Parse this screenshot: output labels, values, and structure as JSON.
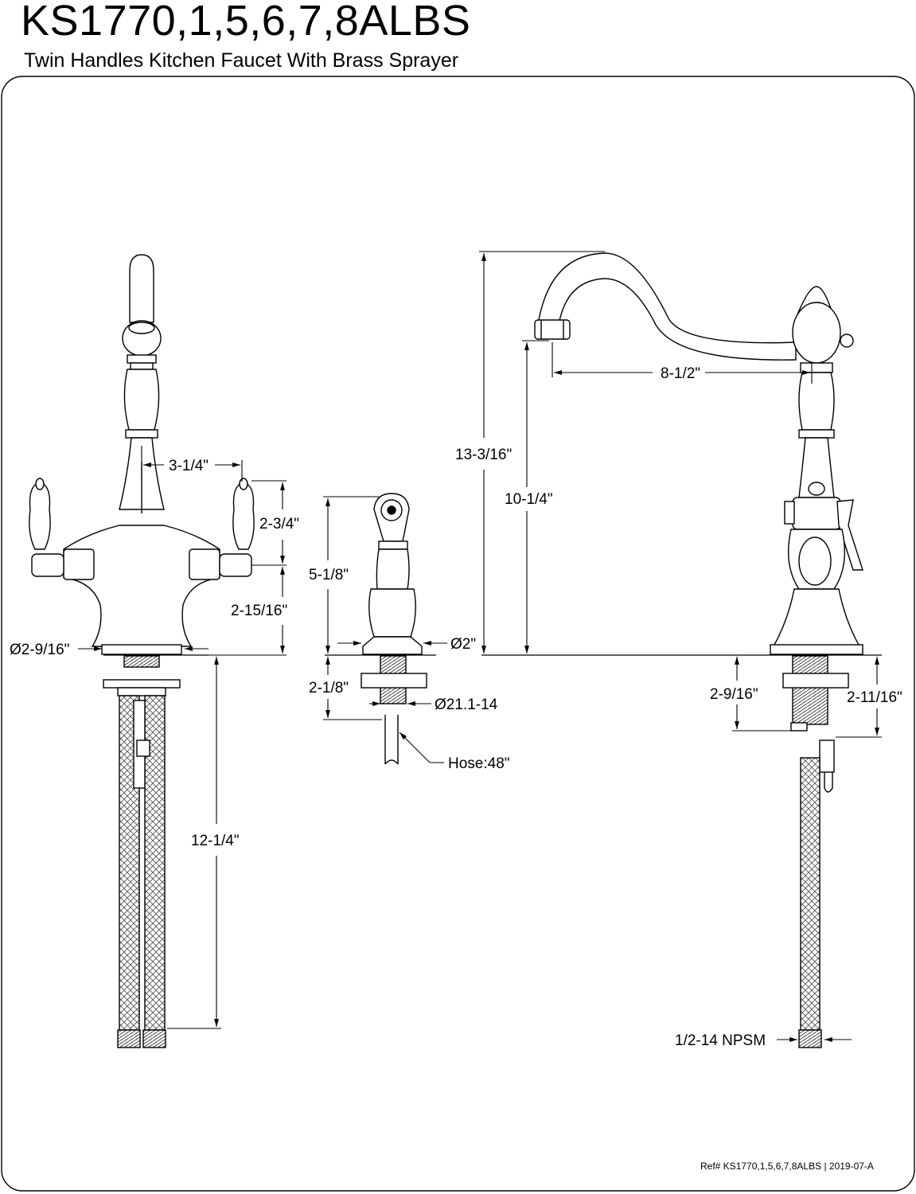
{
  "header": {
    "title": "KS1770,1,5,6,7,8ALBS",
    "subtitle": "Twin Handles Kitchen Faucet With Brass Sprayer"
  },
  "dimensions": {
    "handle_spread": "3-1/4\"",
    "handle_height": "2-3/4\"",
    "body_height": "2-15/16\"",
    "base_diameter_left": "Ø2-9/16\"",
    "supply_length": "12-1/4\"",
    "sprayer_height": "5-1/8\"",
    "sprayer_base_diameter": "Ø2\"",
    "sprayer_shank": "2-1/8\"",
    "sprayer_thread": "Ø21.1-14",
    "hose": "Hose:48\"",
    "total_height": "13-3/16\"",
    "spout_height": "10-1/4\"",
    "spout_reach": "8-1/2\"",
    "shank_length": "2-9/16\"",
    "shank_length_2": "2-11/16\"",
    "connection": "1/2-14 NPSM"
  },
  "footer": {
    "ref": "Ref# KS1770,1,5,6,7,8ALBS | 2019-07-A"
  }
}
